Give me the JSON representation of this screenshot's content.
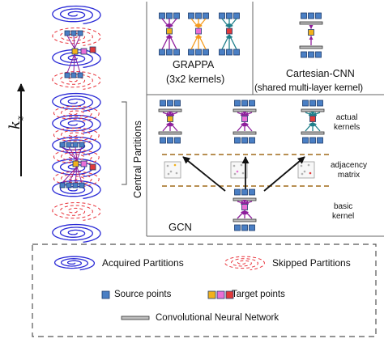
{
  "left": {
    "axis_label": "k",
    "axis_subscript": "z",
    "partition_label": "Central Partitions"
  },
  "grappa": {
    "title": "GRAPPA",
    "subtitle": "(3x2 kernels)"
  },
  "cartesian": {
    "title": "Cartesian-CNN",
    "subtitle": "(shared multi-layer kernel)"
  },
  "gcn": {
    "title": "GCN",
    "labels": {
      "actual": [
        "actual",
        "kernels"
      ],
      "adjacency": [
        "adjacency",
        "matrix"
      ],
      "basic": [
        "basic",
        "kernel"
      ]
    }
  },
  "legend": {
    "acquired": "Acquired Partitions",
    "skipped": "Skipped Partitions",
    "source": "Source points",
    "target": "Target points",
    "cnn": "Convolutional Neural Network"
  },
  "colors": {
    "acquired": "#2a2ad6",
    "skipped": "#e8323a",
    "source": "#4a7fc4",
    "target_yellow": "#f2b11b",
    "target_pink": "#e96fd6",
    "target_red": "#e23a3a",
    "arrow_purple": "#8e1f9c",
    "arrow_orange": "#f59a1c",
    "arrow_teal": "#1f7f8a",
    "separator": "#a06a1a"
  },
  "icons": [
    "spiral-icon",
    "dashed-spiral-icon",
    "square-icon",
    "cnn-bar-icon",
    "arrow-icon"
  ]
}
